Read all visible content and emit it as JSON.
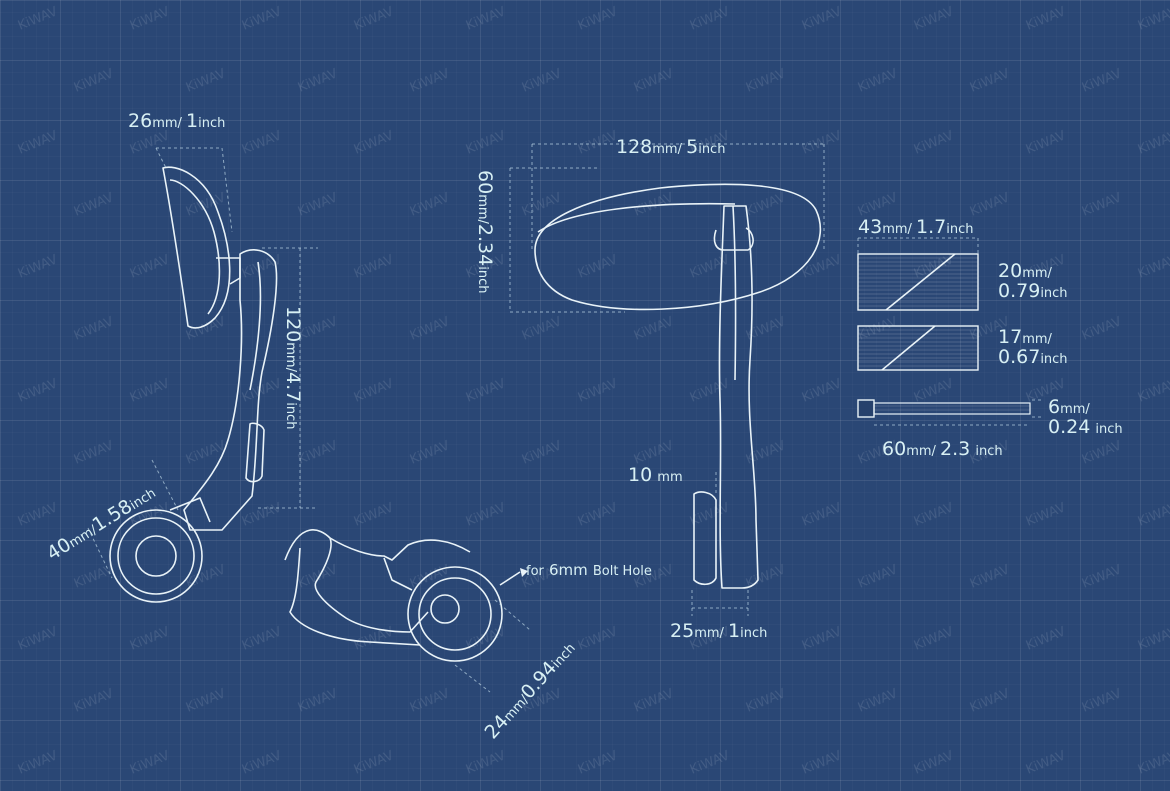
{
  "watermark": {
    "text": "KiWAV"
  },
  "colors": {
    "background": "#2a4775",
    "line": "#e9f3f8",
    "label": "#d8f0f4"
  },
  "side_view": {
    "mirror_thickness": {
      "num": "26",
      "unit": "mm",
      "num2": "1",
      "unit2": "inch"
    },
    "arm_height": {
      "num": "120",
      "unit": "mm",
      "num2": "4.7",
      "unit2": "inch"
    },
    "clamp_diameter": {
      "num": "40",
      "unit": "mm",
      "num2": "1.58",
      "unit2": "inch"
    }
  },
  "clamp_detail": {
    "bolt_hole_prefix": "for",
    "bolt_hole_size": "6mm",
    "bolt_hole_suffix": "Bolt Hole",
    "bore_diameter": {
      "num": "24",
      "unit": "mm",
      "num2": "0.94",
      "unit2": "inch"
    }
  },
  "front_view": {
    "mirror_width": {
      "num": "128",
      "unit": "mm",
      "num2": "5",
      "unit2": "inch"
    },
    "mirror_height": {
      "num": "60",
      "unit": "mm",
      "num2": "2.34",
      "unit2": "inch"
    },
    "gap": {
      "num": "10",
      "unit": "mm"
    },
    "base_width": {
      "num": "25",
      "unit": "mm",
      "num2": "1",
      "unit2": "inch"
    }
  },
  "insert_large": {
    "width": {
      "num": "43",
      "unit": "mm",
      "num2": "1.7",
      "unit2": "inch"
    },
    "height": {
      "num": "20",
      "unit": "mm",
      "num2": "0.79",
      "unit2": "inch"
    }
  },
  "insert_small": {
    "height": {
      "num": "17",
      "unit": "mm",
      "num2": "0.67",
      "unit2": "inch"
    }
  },
  "bolt": {
    "length": {
      "num": "60",
      "unit": "mm",
      "num2": "2.3",
      "unit2": "inch"
    },
    "diameter": {
      "num": "6",
      "unit": "mm",
      "num2": "0.24",
      "unit2": "inch"
    }
  }
}
